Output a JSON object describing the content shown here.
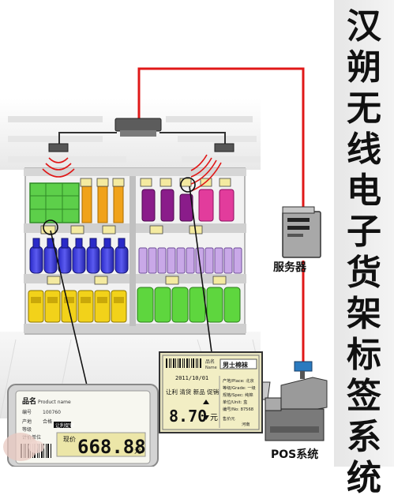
{
  "title": "汉朔无线电子货架标签系统",
  "title_chars": [
    "汉",
    "朔",
    "无",
    "线",
    "电",
    "子",
    "货",
    "架",
    "标",
    "签",
    "系",
    "统"
  ],
  "labels": {
    "server": "服务器",
    "pos": "POS系统"
  },
  "colors": {
    "connection_line": "#e01818",
    "tag_line": "#111111",
    "epaper_yellow": "#f0e6a0",
    "shelf_frame": "#c8c8c8"
  },
  "tag_left": {
    "product_name_label": "品名",
    "product_name_en": "Product name",
    "code_label": "编号",
    "code_value": "100760",
    "origin_label": "产地",
    "grade_label": "等级",
    "grade_value": "合格",
    "unit_label": "计价单位",
    "promo": "让利促销",
    "price_label": "现价",
    "price": "668.88",
    "currency": "元"
  },
  "tag_right": {
    "name_label": "品名",
    "name_en": "Name",
    "product": "男士棉袜",
    "date": "2011/10/01",
    "promo_text": "让利 清货 新品 促销",
    "spec_lines": [
      "产地/Place: 北京",
      "等级/Grade: 一级",
      "规格/Spec: 纯棉",
      "单位/Unit: 盒",
      "编号/No: 87568"
    ],
    "price_label": "售价元",
    "seller": "河南",
    "price": "8.70",
    "currency": "元"
  }
}
